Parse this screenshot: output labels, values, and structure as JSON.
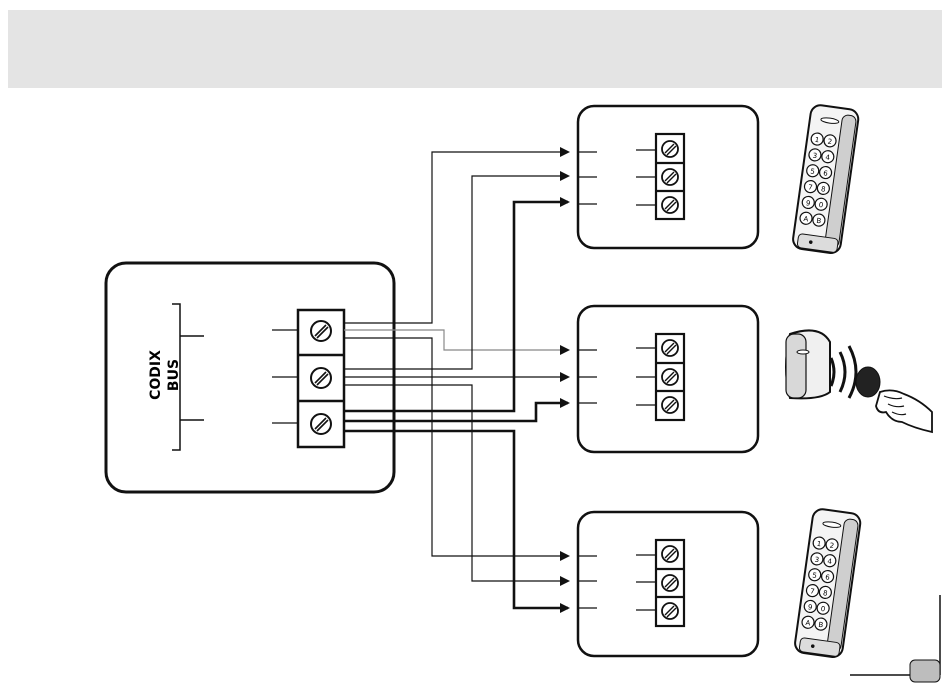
{
  "header": {
    "text": ""
  },
  "controller": {
    "label_line1": "CODIX",
    "label_line2": "BUS",
    "terminal_count": 3
  },
  "readers": [
    {
      "name": "keypad-reader-top",
      "type": "keypad",
      "terminal_count": 3
    },
    {
      "name": "proximity-reader-middle",
      "type": "proximity",
      "terminal_count": 3
    },
    {
      "name": "keypad-reader-bottom",
      "type": "keypad",
      "terminal_count": 3
    }
  ],
  "keypad_keys": [
    "1",
    "2",
    "3",
    "4",
    "5",
    "6",
    "7",
    "8",
    "9",
    "0",
    "A",
    "B"
  ],
  "page_marker": {
    "text": ""
  },
  "colors": {
    "line": "#111111",
    "band": "#e4e4e4",
    "thin_wire": "#888888"
  }
}
